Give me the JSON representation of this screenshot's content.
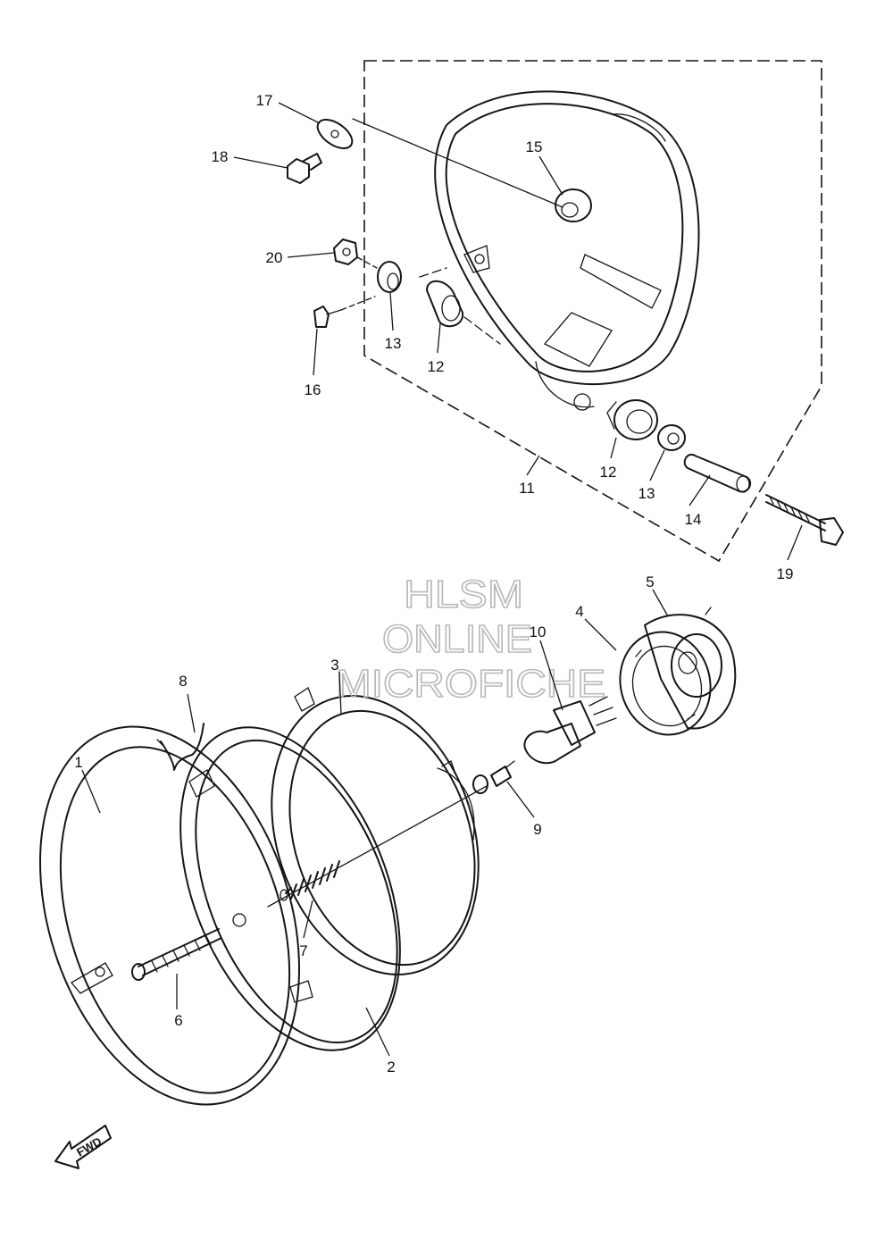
{
  "watermark": {
    "line1": "HLSM",
    "line2": "ONLINE",
    "line3": "MICROFICHE"
  },
  "direction_marker": "FWD",
  "callouts": [
    {
      "id": "c17",
      "label": "17"
    },
    {
      "id": "c18",
      "label": "18"
    },
    {
      "id": "c15",
      "label": "15"
    },
    {
      "id": "c20",
      "label": "20"
    },
    {
      "id": "c13a",
      "label": "13"
    },
    {
      "id": "c12a",
      "label": "12"
    },
    {
      "id": "c16",
      "label": "16"
    },
    {
      "id": "c12b",
      "label": "12"
    },
    {
      "id": "c13b",
      "label": "13"
    },
    {
      "id": "c11",
      "label": "11"
    },
    {
      "id": "c14",
      "label": "14"
    },
    {
      "id": "c19",
      "label": "19"
    },
    {
      "id": "c5",
      "label": "5"
    },
    {
      "id": "c4",
      "label": "4"
    },
    {
      "id": "c10",
      "label": "10"
    },
    {
      "id": "c3",
      "label": "3"
    },
    {
      "id": "c8",
      "label": "8"
    },
    {
      "id": "c1",
      "label": "1"
    },
    {
      "id": "c9",
      "label": "9"
    },
    {
      "id": "c7",
      "label": "7"
    },
    {
      "id": "c6",
      "label": "6"
    },
    {
      "id": "c2",
      "label": "2"
    }
  ]
}
